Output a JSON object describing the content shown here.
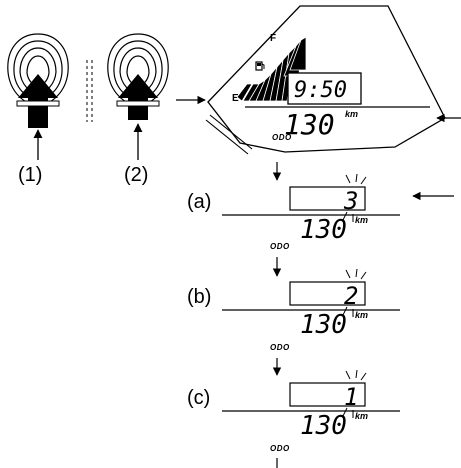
{
  "buttons": {
    "left_label": "(1)",
    "right_label": "(2)"
  },
  "display": {
    "fuel_full": "F",
    "fuel_empty": "E",
    "fuel_icon": "fuel-pump-icon",
    "clock": "9:50",
    "odometer": "130",
    "unit": "km",
    "mode": "ODO"
  },
  "steps": [
    {
      "label": "(a)",
      "count": "3",
      "odometer": "130",
      "unit": "km",
      "mode": "ODO"
    },
    {
      "label": "(b)",
      "count": "2",
      "odometer": "130",
      "unit": "km",
      "mode": "ODO"
    },
    {
      "label": "(c)",
      "count": "1",
      "odometer": "130",
      "unit": "km",
      "mode": "ODO"
    }
  ]
}
